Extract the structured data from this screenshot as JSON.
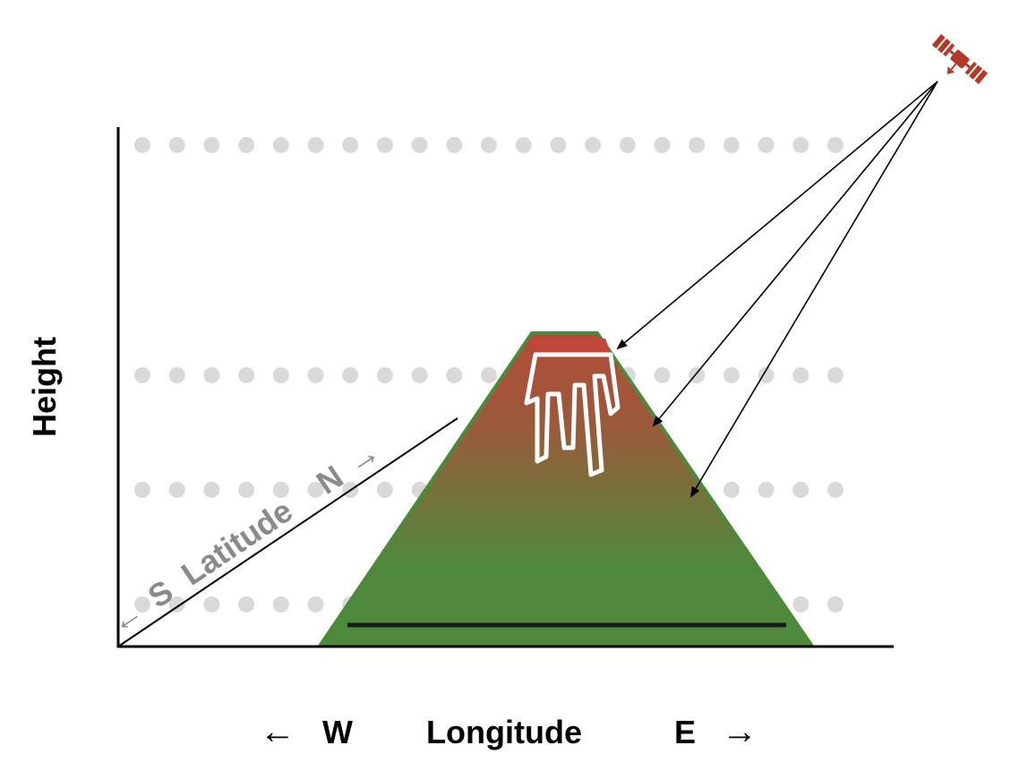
{
  "labels": {
    "height": "Height",
    "longitude": "Longitude",
    "west": "W",
    "east": "E",
    "latitude": "Latitude",
    "south": "S",
    "north": "N",
    "left_arrow": "←",
    "right_arrow": "→"
  },
  "grid": {
    "rows": 4,
    "columns": 21
  },
  "icons": {
    "satellite": "satellite-icon"
  },
  "colors": {
    "axis": "#000000",
    "grid_dot": "#d9d9d9",
    "latitude_text": "#8a8a8a",
    "mountain_top": "#b34a38",
    "mountain_bottom": "#4f8a3c",
    "snow_outline": "#ffffff",
    "satellite": "#b33a26",
    "ray": "#000000",
    "base_line": "#1a1a1a"
  }
}
